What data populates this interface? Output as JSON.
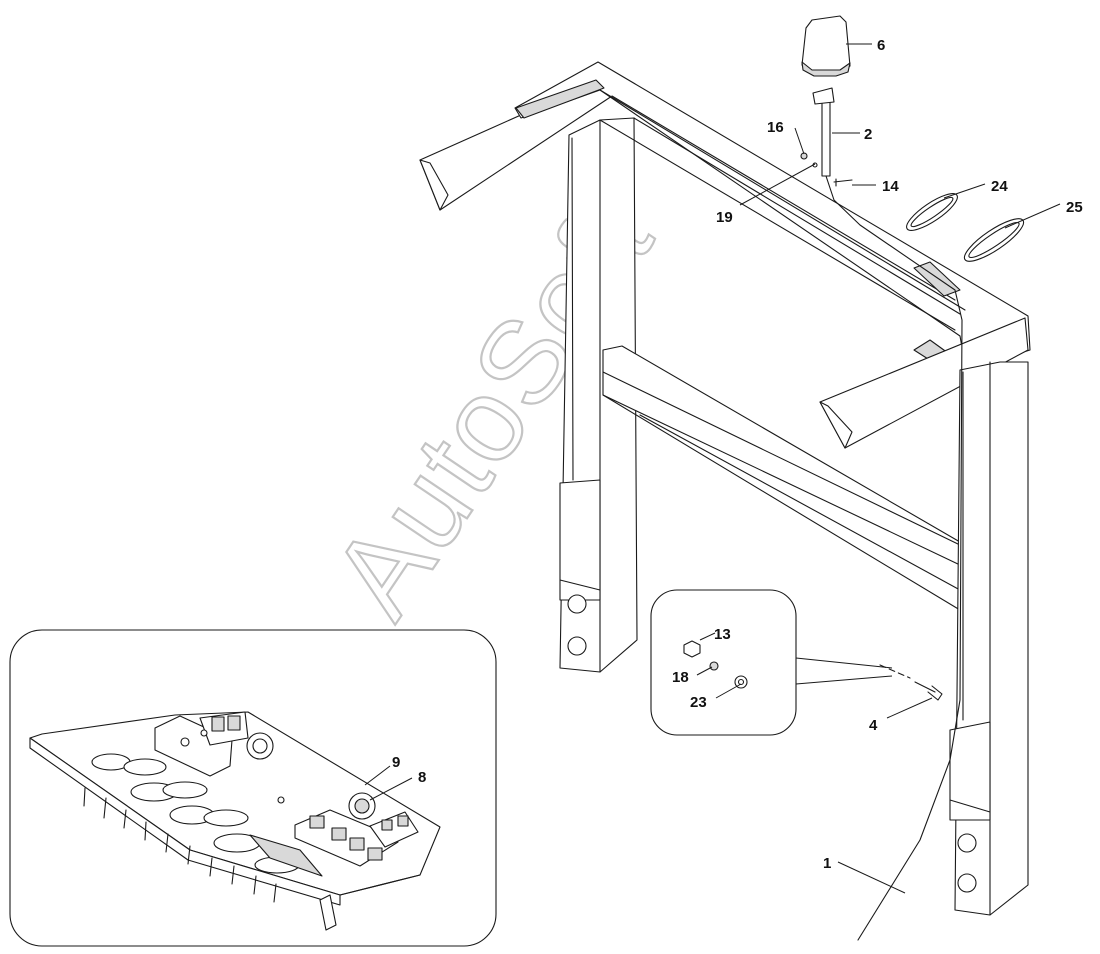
{
  "watermark": "AutoSoft",
  "callouts": {
    "c1": "1",
    "c2": "2",
    "c4": "4",
    "c6": "6",
    "c8": "8",
    "c9": "9",
    "c13": "13",
    "c14": "14",
    "c16": "16",
    "c18": "18",
    "c19": "19",
    "c23": "23",
    "c24": "24",
    "c25": "25"
  }
}
